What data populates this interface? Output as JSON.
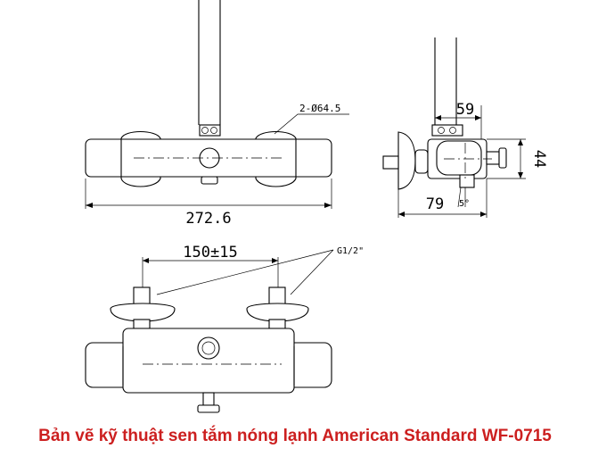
{
  "diagram": {
    "caption": "Bản vẽ kỹ thuật sen tắm nóng lạnh American Standard WF-0715",
    "dimensions": {
      "overall_width": "272.6",
      "mount_hole_label": "2-Ø64.5",
      "side_top": "59",
      "side_height": "44",
      "side_depth": "79",
      "side_angle": "5°",
      "inlet_spacing": "150±15",
      "thread_label": "G1/2\""
    }
  }
}
